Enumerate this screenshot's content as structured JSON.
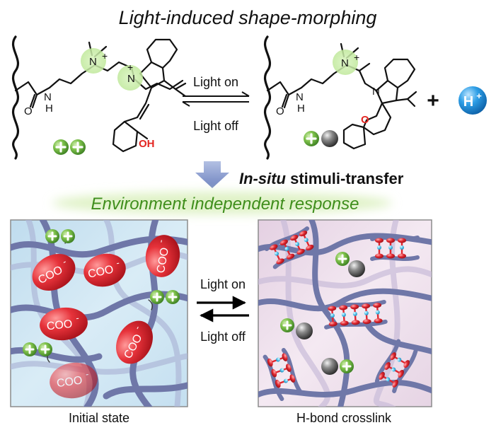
{
  "title": "Light-induced  shape-morphing",
  "forward_label": "Light on",
  "reverse_label": "Light off",
  "plus_sign": "+",
  "proton": {
    "letter": "H",
    "charge": "+"
  },
  "atoms": {
    "oxygen": "O",
    "nitrogen": "N",
    "hydrogen": "H",
    "hydroxyl": "OH",
    "ammonium_charge": "+",
    "indolium_charge": "+"
  },
  "transfer": {
    "emphasis": "In-situ",
    "rest": " stimuli-transfer"
  },
  "banner": "Environment independent response",
  "carboxylate": {
    "text": "COO",
    "charge": "-"
  },
  "bottom_forward": "Light on",
  "bottom_reverse": "Light off",
  "left_panel_caption": "Initial state",
  "right_panel_caption": "H-bond crosslink",
  "hbond_site_label": "H",
  "colors": {
    "cation_green": "#5faa3c",
    "cation_highlight": "#cdeeb0",
    "proton_blue": "#1f8fd6",
    "carboxylate_red": "#e0262f",
    "hydroxyl_red": "#e32521",
    "arrow_gray": "#7e90c2",
    "polymer_chain": "#6f77a8",
    "left_panel_bg": "#cfe5f2",
    "right_panel_bg": "#ecdcea",
    "banner_green": "#3f8e1c"
  }
}
